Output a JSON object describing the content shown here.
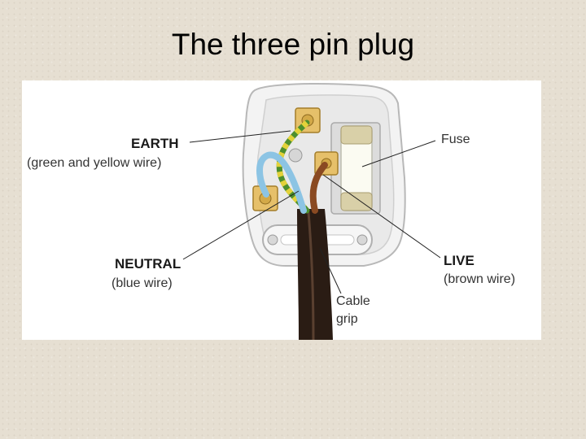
{
  "slide": {
    "title": "The three pin plug"
  },
  "diagram": {
    "labels": {
      "earth": "EARTH",
      "earth_note": "(green and yellow wire)",
      "fuse": "Fuse",
      "neutral": "NEUTRAL",
      "neutral_note": "(blue wire)",
      "live": "LIVE",
      "live_note": "(brown wire)",
      "cable_grip_line1": "Cable",
      "cable_grip_line2": "grip"
    },
    "colors": {
      "earth_wire_green": "#4d8f2e",
      "earth_wire_yellow": "#e3d23a",
      "neutral_wire": "#8cc4e4",
      "live_wire": "#8a4a22",
      "terminal": "#e6c06a",
      "cable": "#2a1c14",
      "plug_body": "#f4f4f4"
    }
  }
}
